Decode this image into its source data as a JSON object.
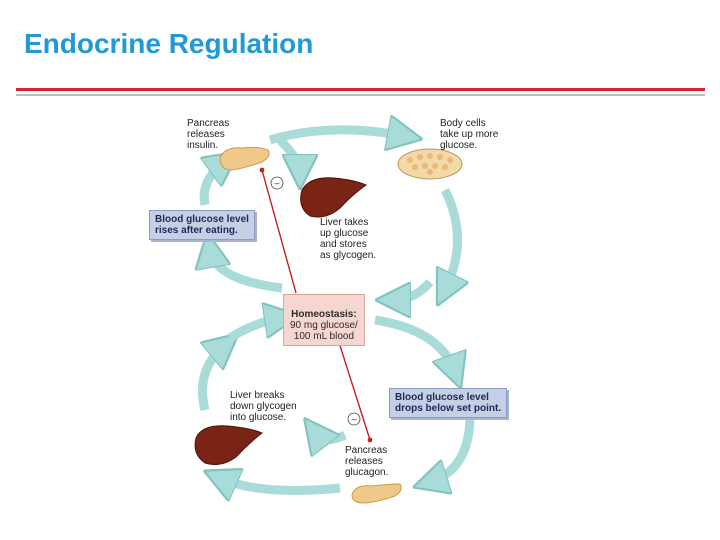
{
  "slide": {
    "title": "Endocrine Regulation"
  },
  "diagram": {
    "pancreas_insulin_label": "Pancreas\nreleases\ninsulin.",
    "body_cells_label": "Body cells\ntake up more\nglucose.",
    "rises_box": "Blood glucose level\nrises after eating.",
    "liver_takes_label": "Liver takes\nup glucose\nand stores\nas glycogen.",
    "homeostasis_title": "Homeostasis:",
    "homeostasis_value": "90 mg glucose/\n100 mL blood",
    "liver_breaks_label": "Liver breaks\ndown glycogen\ninto glucose.",
    "drops_box": "Blood glucose level\ndrops below set point.",
    "pancreas_glucagon_label": "Pancreas\nreleases\nglucagon.",
    "inhibit_symbol_top": "–",
    "inhibit_symbol_bottom": "–",
    "colors": {
      "arrow": "#a9dcd8",
      "arrow_stroke": "#7fc4c0",
      "liver": "#7a2416",
      "pancreas": "#f0c98a",
      "cells": "#f4d9a8",
      "inhibition_line": "#c8201f",
      "box_fill": "#c5cfe6",
      "homeostasis_fill": "#f6d6d0"
    },
    "icons": [
      "pancreas-icon",
      "body-cells-icon",
      "liver-icon"
    ]
  }
}
